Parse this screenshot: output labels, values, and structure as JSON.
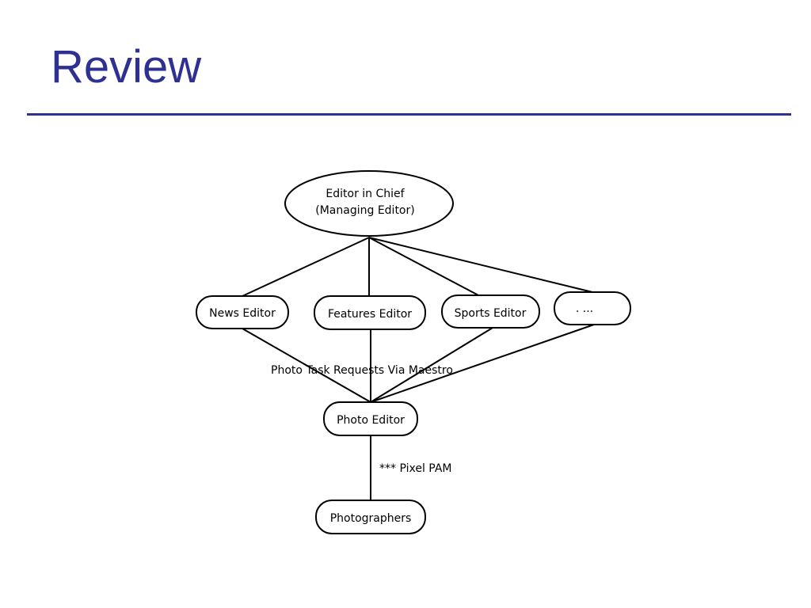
{
  "slide": {
    "title": "Review",
    "accent_color": "#2e3192"
  },
  "diagram": {
    "type": "org-chart",
    "nodes": {
      "chief": {
        "shape": "ellipse",
        "label_line1": "Editor in Chief",
        "label_line2": "(Managing Editor)"
      },
      "news": {
        "shape": "rounded-rect",
        "label": "News Editor"
      },
      "features": {
        "shape": "rounded-rect",
        "label": "Features Editor"
      },
      "sports": {
        "shape": "rounded-rect",
        "label": "Sports Editor"
      },
      "more": {
        "shape": "rounded-rect",
        "label": "·    ···"
      },
      "photo": {
        "shape": "rounded-rect",
        "label": "Photo Editor"
      },
      "photographers": {
        "shape": "rounded-rect",
        "label": "Photographers"
      }
    },
    "edges": [
      {
        "from": "chief",
        "to": "news"
      },
      {
        "from": "chief",
        "to": "features"
      },
      {
        "from": "chief",
        "to": "sports"
      },
      {
        "from": "chief",
        "to": "more"
      },
      {
        "from": "news",
        "to": "photo"
      },
      {
        "from": "features",
        "to": "photo"
      },
      {
        "from": "sports",
        "to": "photo"
      },
      {
        "from": "more",
        "to": "photo"
      },
      {
        "from": "photo",
        "to": "photographers"
      }
    ],
    "annotations": {
      "requests": "Photo Task Requests Via Maestro",
      "pixel": "*** Pixel PAM"
    }
  }
}
